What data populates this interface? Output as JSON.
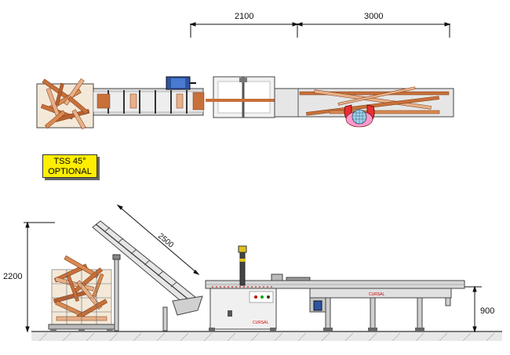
{
  "dimensions": {
    "top_left_span": "2100",
    "top_right_span": "3000",
    "incline_length": "2500",
    "total_height": "2200",
    "table_height": "900"
  },
  "option_label": {
    "line1": "TSS 45°",
    "line2": "OPTIONAL"
  },
  "brand_marks": {
    "unit_logo": "CURSAL",
    "rail_logo": "CURSAL"
  },
  "colors": {
    "wood": "#c8703a",
    "wood_light": "#e8b088",
    "steel": "#d8d8d8",
    "frame": "#555555",
    "motor": "#2d55a0",
    "label_bg": "#ffee00",
    "operator_red": "#e83030",
    "operator_face": "#ff99cc",
    "operator_head": "#9fd4f0"
  }
}
